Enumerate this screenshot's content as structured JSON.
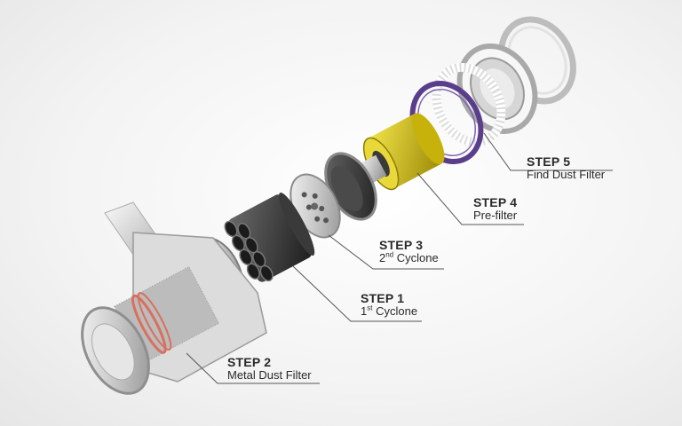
{
  "steps": [
    {
      "id": "step5",
      "title": "STEP 5",
      "desc": "Find Dust Filter",
      "sup": "",
      "desc_rest": ""
    },
    {
      "id": "step4",
      "title": "STEP 4",
      "desc": "Pre-filter",
      "sup": "",
      "desc_rest": ""
    },
    {
      "id": "step3",
      "title": "STEP 3",
      "desc": "2",
      "sup": "nd",
      "desc_rest": " Cyclone"
    },
    {
      "id": "step1",
      "title": "STEP 1",
      "desc": "1",
      "sup": "st",
      "desc_rest": " Cyclone"
    },
    {
      "id": "step2",
      "title": "STEP 2",
      "desc": "Metal Dust Filter",
      "sup": "",
      "desc_rest": ""
    }
  ],
  "colors": {
    "prefilter_ring": "#5a3e8c",
    "filter_yellow": "#d9c40f",
    "gasket_red": "#d9705e",
    "leader_line": "#555555"
  }
}
